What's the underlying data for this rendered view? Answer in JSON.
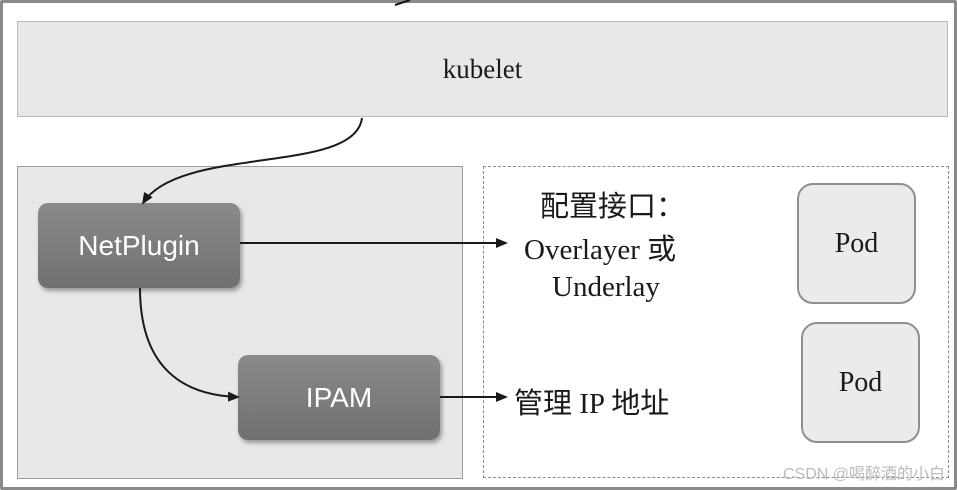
{
  "kubelet": {
    "label": "kubelet"
  },
  "netplugin": {
    "label": "NetPlugin"
  },
  "ipam": {
    "label": "IPAM"
  },
  "interface_text": {
    "line1": "配置接口：",
    "line2": "Overlayer 或",
    "line3": "Underlay"
  },
  "ip_text": {
    "label": "管理 IP 地址"
  },
  "pods": [
    {
      "label": "Pod"
    },
    {
      "label": "Pod"
    }
  ],
  "watermark": "CSDN @喝醉酒的小白"
}
